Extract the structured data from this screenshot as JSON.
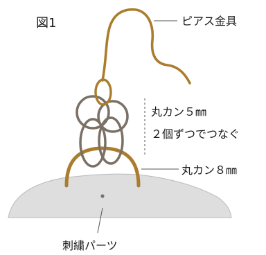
{
  "figure": {
    "label": "図1",
    "hook_label": "ピアス金具",
    "small_ring_label_line1": "丸カン５㎜",
    "small_ring_label_line2": "２個ずつでつなぐ",
    "large_ring_label": "丸カン８㎜",
    "embroidery_label": "刺繍パーツ"
  },
  "colors": {
    "gold": "#a97d2d",
    "ring_gray": "#7a7065",
    "leader_line": "#555555",
    "part_fill": "#dedede",
    "part_stroke": "#b9b9b9",
    "text": "#1a1a1a"
  }
}
